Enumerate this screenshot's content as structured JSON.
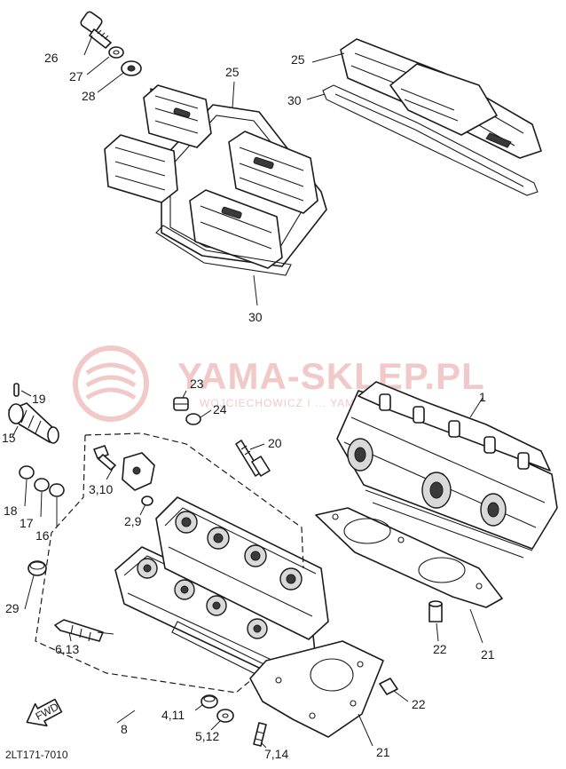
{
  "watermark": {
    "brand": "YAMA-SKLEP.PL",
    "subtitle": "WOJCIECHOWICZ I ... YAMAHA",
    "color": "#f2c9c9"
  },
  "drawing_code": "2LT171-7010",
  "fwd_label": "FWD",
  "callouts": [
    "26",
    "27",
    "28",
    "25",
    "25",
    "30",
    "30",
    "19",
    "15",
    "23",
    "24",
    "20",
    "1",
    "3,10",
    "2,9",
    "18",
    "17",
    "16",
    "29",
    "6,13",
    "4,11",
    "5,12",
    "8",
    "7,14",
    "21",
    "21",
    "22",
    "22"
  ]
}
